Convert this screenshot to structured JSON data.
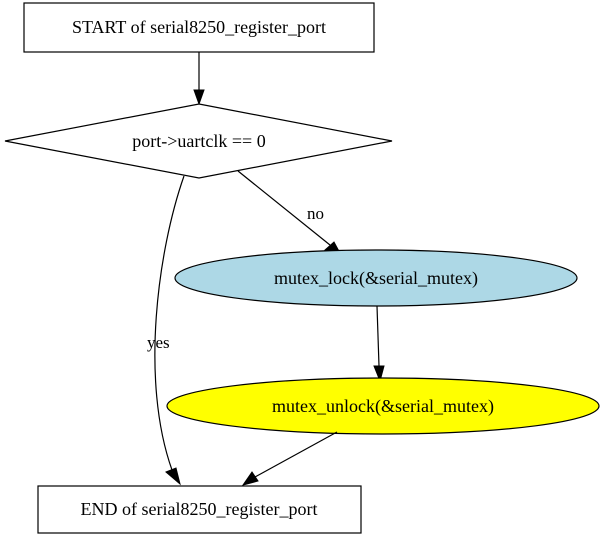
{
  "nodes": {
    "start": {
      "label": "START of serial8250_register_port"
    },
    "decision": {
      "label": "port->uartclk == 0"
    },
    "lock": {
      "label": "mutex_lock(&serial_mutex)",
      "fill": "#add8e6"
    },
    "unlock": {
      "label": "mutex_unlock(&serial_mutex)",
      "fill": "#ffff00"
    },
    "end": {
      "label": "END of serial8250_register_port"
    }
  },
  "edges": {
    "no_label": "no",
    "yes_label": "yes"
  },
  "colors": {
    "stroke": "#000000",
    "background": "#ffffff"
  }
}
